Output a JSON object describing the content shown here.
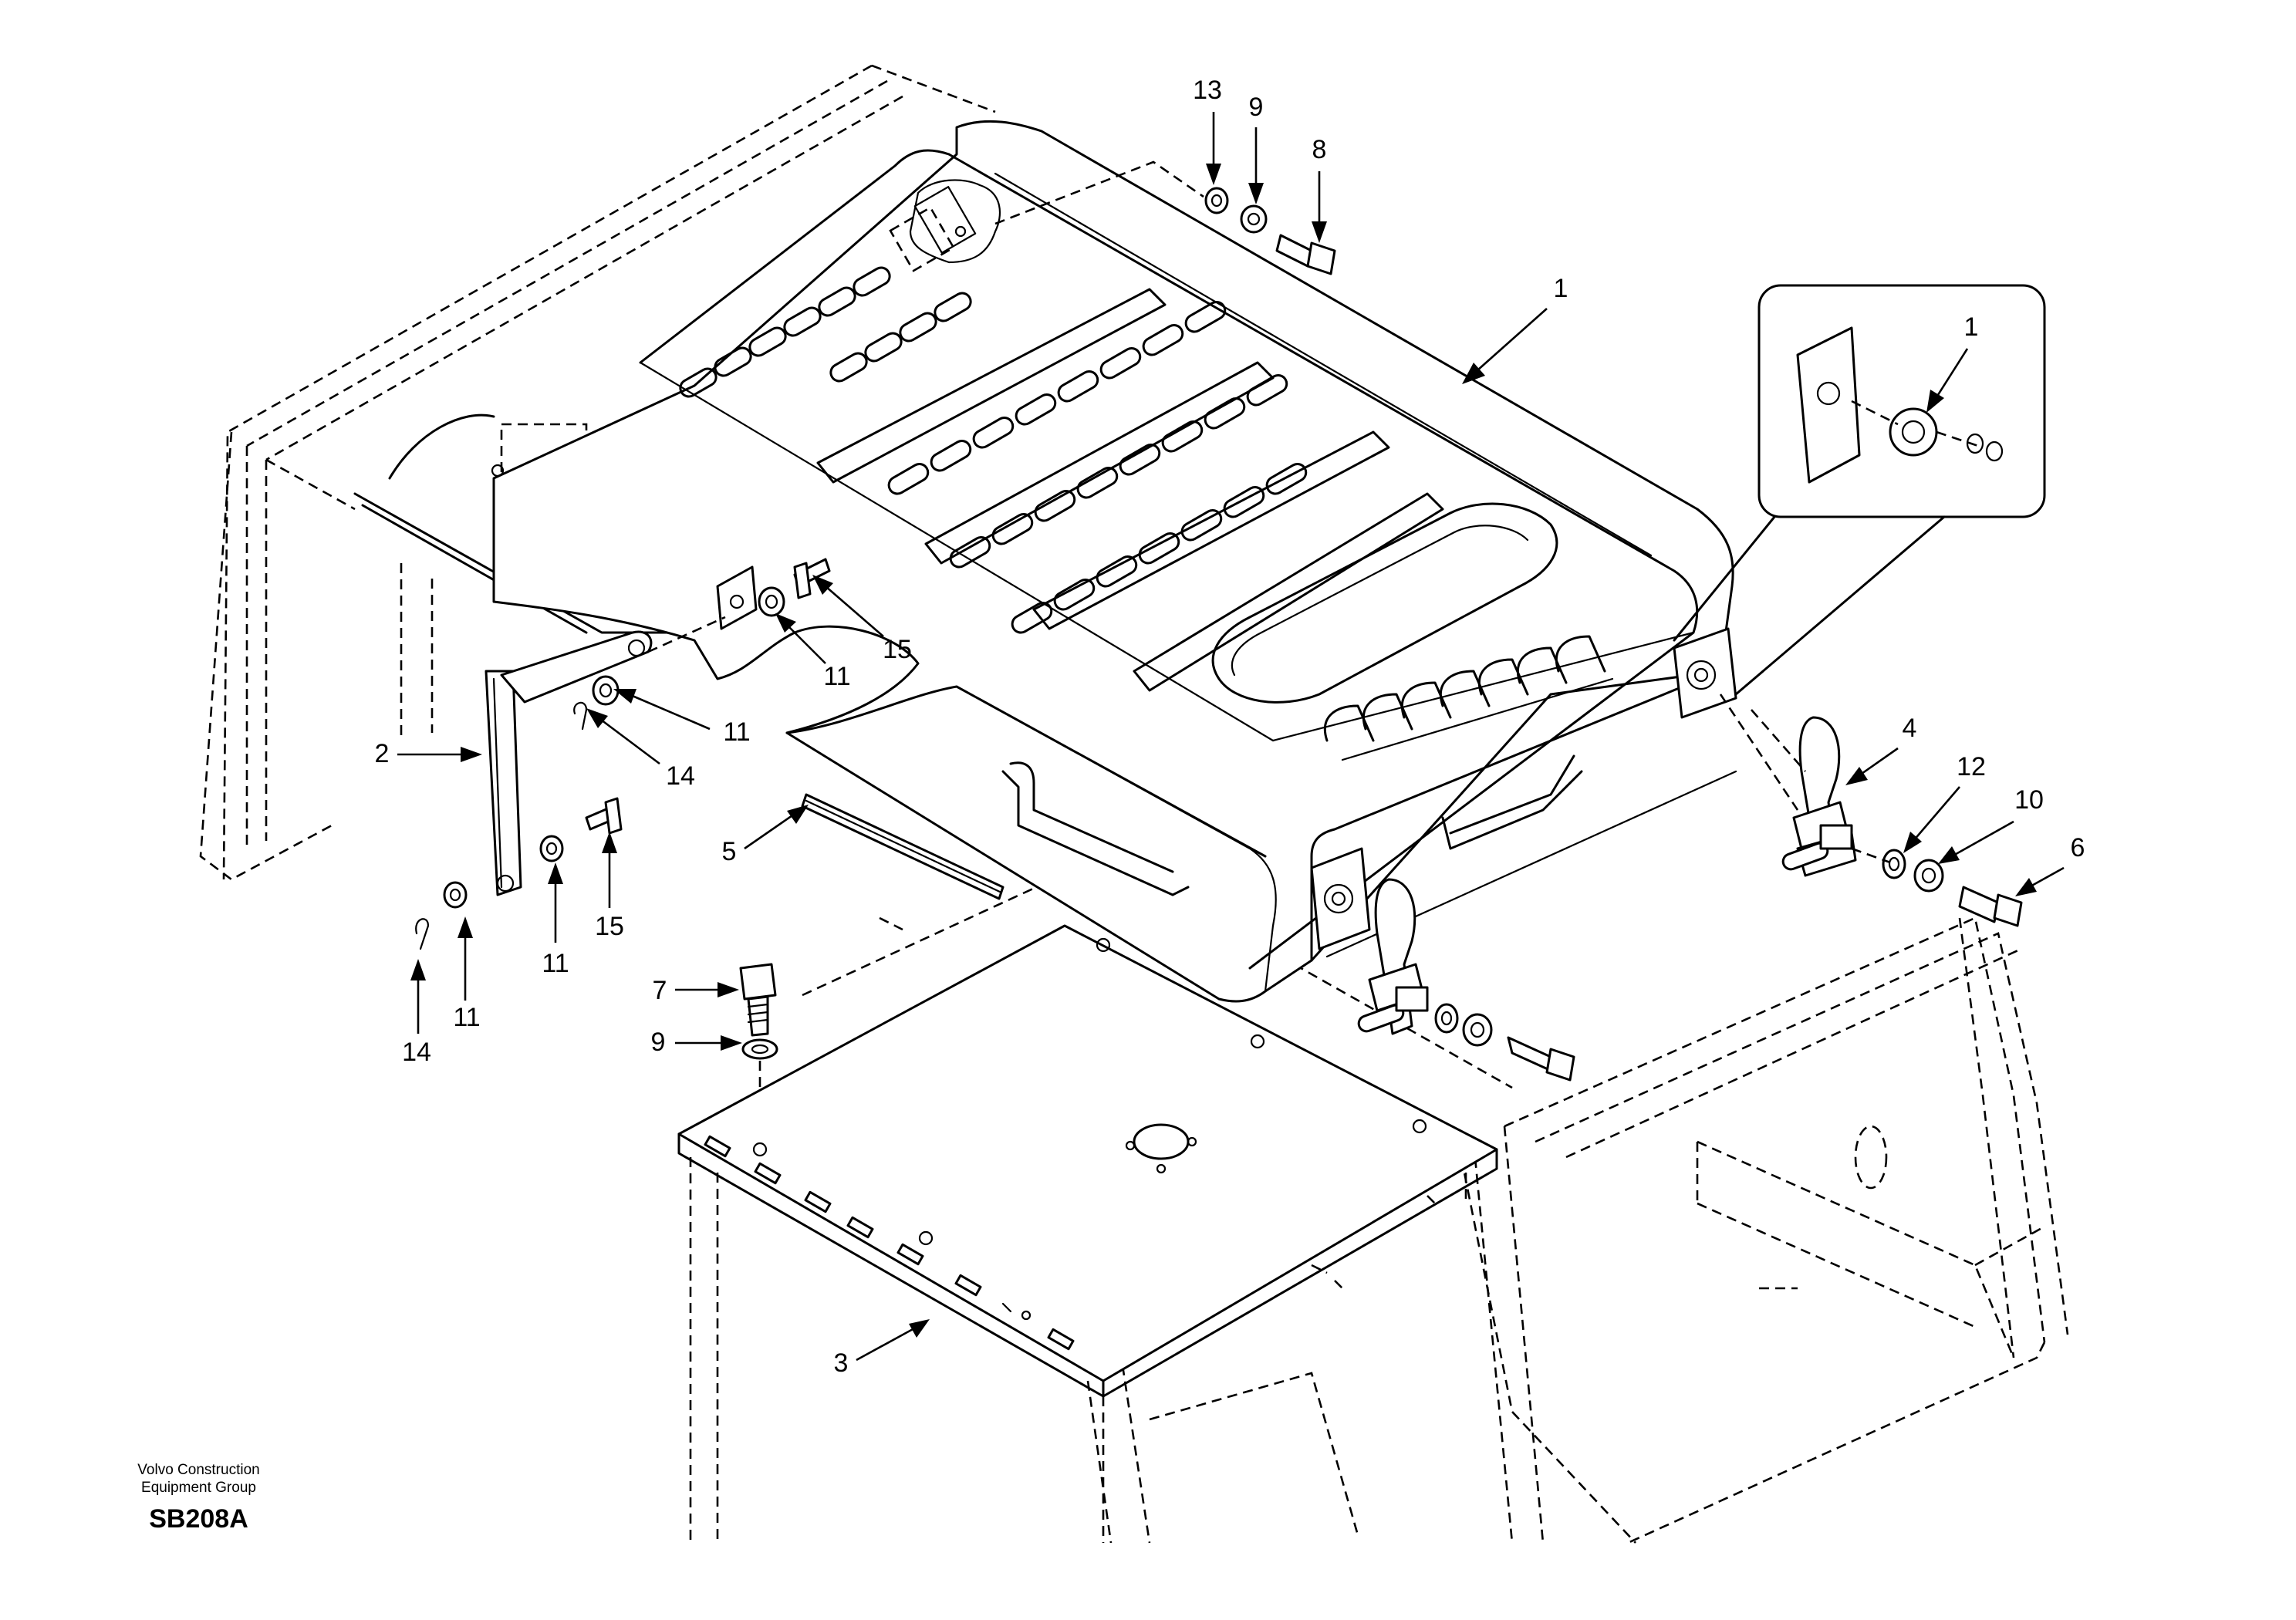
{
  "publisher": {
    "line1": "Volvo Construction",
    "line2": "Equipment Group"
  },
  "drawing_id": "SB208A",
  "callouts": [
    {
      "label": "13"
    },
    {
      "label": "9"
    },
    {
      "label": "8"
    },
    {
      "label": "1"
    },
    {
      "label": "1"
    },
    {
      "label": "2"
    },
    {
      "label": "11"
    },
    {
      "label": "15"
    },
    {
      "label": "11"
    },
    {
      "label": "14"
    },
    {
      "label": "4"
    },
    {
      "label": "12"
    },
    {
      "label": "10"
    },
    {
      "label": "6"
    },
    {
      "label": "5"
    },
    {
      "label": "11"
    },
    {
      "label": "15"
    },
    {
      "label": "14"
    },
    {
      "label": "11"
    },
    {
      "label": "7"
    },
    {
      "label": "9"
    },
    {
      "label": "3"
    }
  ]
}
